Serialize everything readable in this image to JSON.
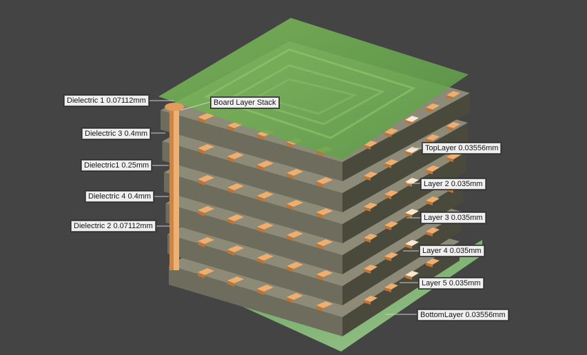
{
  "viewport": {
    "background": "#444444",
    "stack_title": "Board Layer Stack"
  },
  "colors": {
    "dielectric_top": "#8d8a78",
    "dielectric_left": "#6e6c5c",
    "dielectric_right": "#4a4a3c",
    "copper_pad": "#f0ae6e",
    "copper_pad_shadow": "#b8763c",
    "top_board_green": "#6aa64a",
    "bottom_board_green": "#4f8a48",
    "via": "#e39a5a",
    "leader": "#cfcfcf"
  },
  "dielectric_labels": [
    {
      "id": "dielectric-1",
      "text": "Dielectric 1 0.07112mm"
    },
    {
      "id": "dielectric-3",
      "text": "Dielectric 3 0.4mm"
    },
    {
      "id": "dielectric1",
      "text": "Dielectric1 0.25mm"
    },
    {
      "id": "dielectric-4",
      "text": "Dielectric 4 0.4mm"
    },
    {
      "id": "dielectric-2",
      "text": "Dielectric 2 0.07112mm"
    }
  ],
  "copper_labels": [
    {
      "id": "top-layer",
      "text": "TopLayer 0.03556mm"
    },
    {
      "id": "layer-2",
      "text": "Layer 2 0.035mm"
    },
    {
      "id": "layer-3",
      "text": "Layer 3 0.035mm"
    },
    {
      "id": "layer-4",
      "text": "Layer 4 0.035mm"
    },
    {
      "id": "layer-5",
      "text": "Layer 5 0.035mm"
    },
    {
      "id": "bottom-layer",
      "text": "BottomLayer 0.03556mm"
    }
  ]
}
